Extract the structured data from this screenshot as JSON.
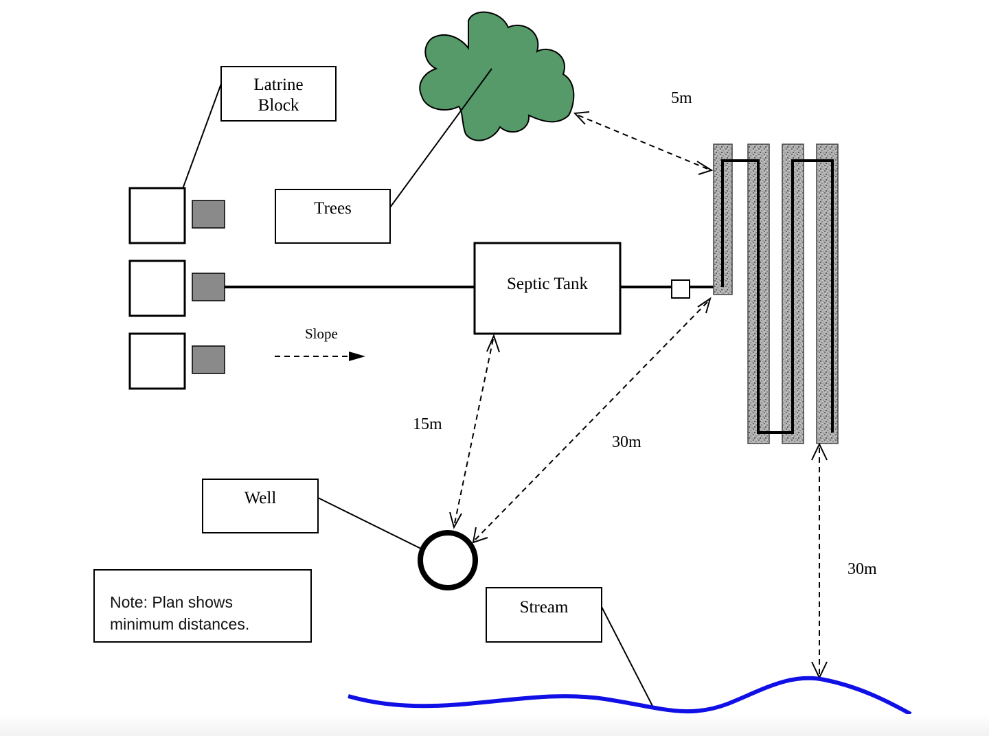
{
  "labels": {
    "latrine_line1": "Latrine",
    "latrine_line2": "Block",
    "trees": "Trees",
    "septic_tank": "Septic Tank",
    "slope": "Slope",
    "well": "Well",
    "stream": "Stream",
    "note_line1": "Note: Plan shows",
    "note_line2": "minimum distances."
  },
  "distances": {
    "tree_to_drainfield": "5m",
    "tank_to_well": "15m",
    "drainfield_to_well": "30m",
    "drainfield_to_stream": "30m"
  },
  "colors": {
    "tree_fill": "#569a69",
    "stream": "#1010e6",
    "latrine_pit": "#8a8a8a",
    "gravel_trench": "#a8a8a8",
    "line": "#000000"
  }
}
